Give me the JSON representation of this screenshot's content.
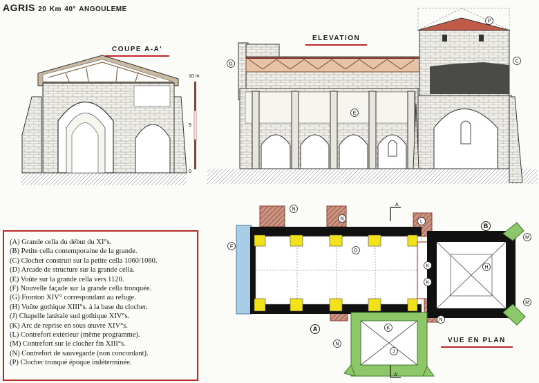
{
  "header": {
    "site": "AGRIS",
    "distance": "20",
    "unit": "Km",
    "direction": "40°",
    "town": "ANGOULEME"
  },
  "titles": {
    "section": "COUPE A-A'",
    "elevation": "ELEVATION",
    "plan": "VUE EN PLAN"
  },
  "scale": {
    "ticks": [
      "10 m",
      "5",
      "0"
    ]
  },
  "markers": {
    "section_a": "A",
    "section_a_prime": "A'"
  },
  "callouts": [
    "A",
    "B",
    "C",
    "D",
    "E",
    "F",
    "G",
    "H",
    "J",
    "K",
    "L",
    "M",
    "N",
    "P"
  ],
  "legend": [
    "(A)  Grande cella du début du XI°s.",
    "(B)  Petite cella contemporaine de la grande.",
    "(C)  Clocher construit sur la petite cella 1060/1080.",
    "(D)  Arcade de structure sur la grande cella.",
    "(E)  Voûte sur la grande cella vers 1120.",
    "(F)  Nouvelle façade sur la grande cella tronquée.",
    "(G)  Fronton XIV° correspondant au refuge.",
    "(H)  Voûte gothique XIII°s. à la base du clocher.",
    "(J)  Chapelle latérale sud gothique XIV°s.",
    "(K)  Arc de reprise en sous œuvre XIV°s.",
    "(L)  Contrefort extérieur (même programme).",
    "(M)  Contrefort sur le clocher fin XIII°s.",
    "(N)  Contrefort de sauvegarde (non concordant).",
    "(P)  Clocher tronqué époque indéterminée."
  ],
  "colors": {
    "accent_red": "#c0272d",
    "phase_yellow": "#f2e21a",
    "phase_green": "#8dc76a",
    "phase_blue": "#a8cde6",
    "phase_brick": "#a64a3c",
    "roof": "#c25a4a"
  }
}
